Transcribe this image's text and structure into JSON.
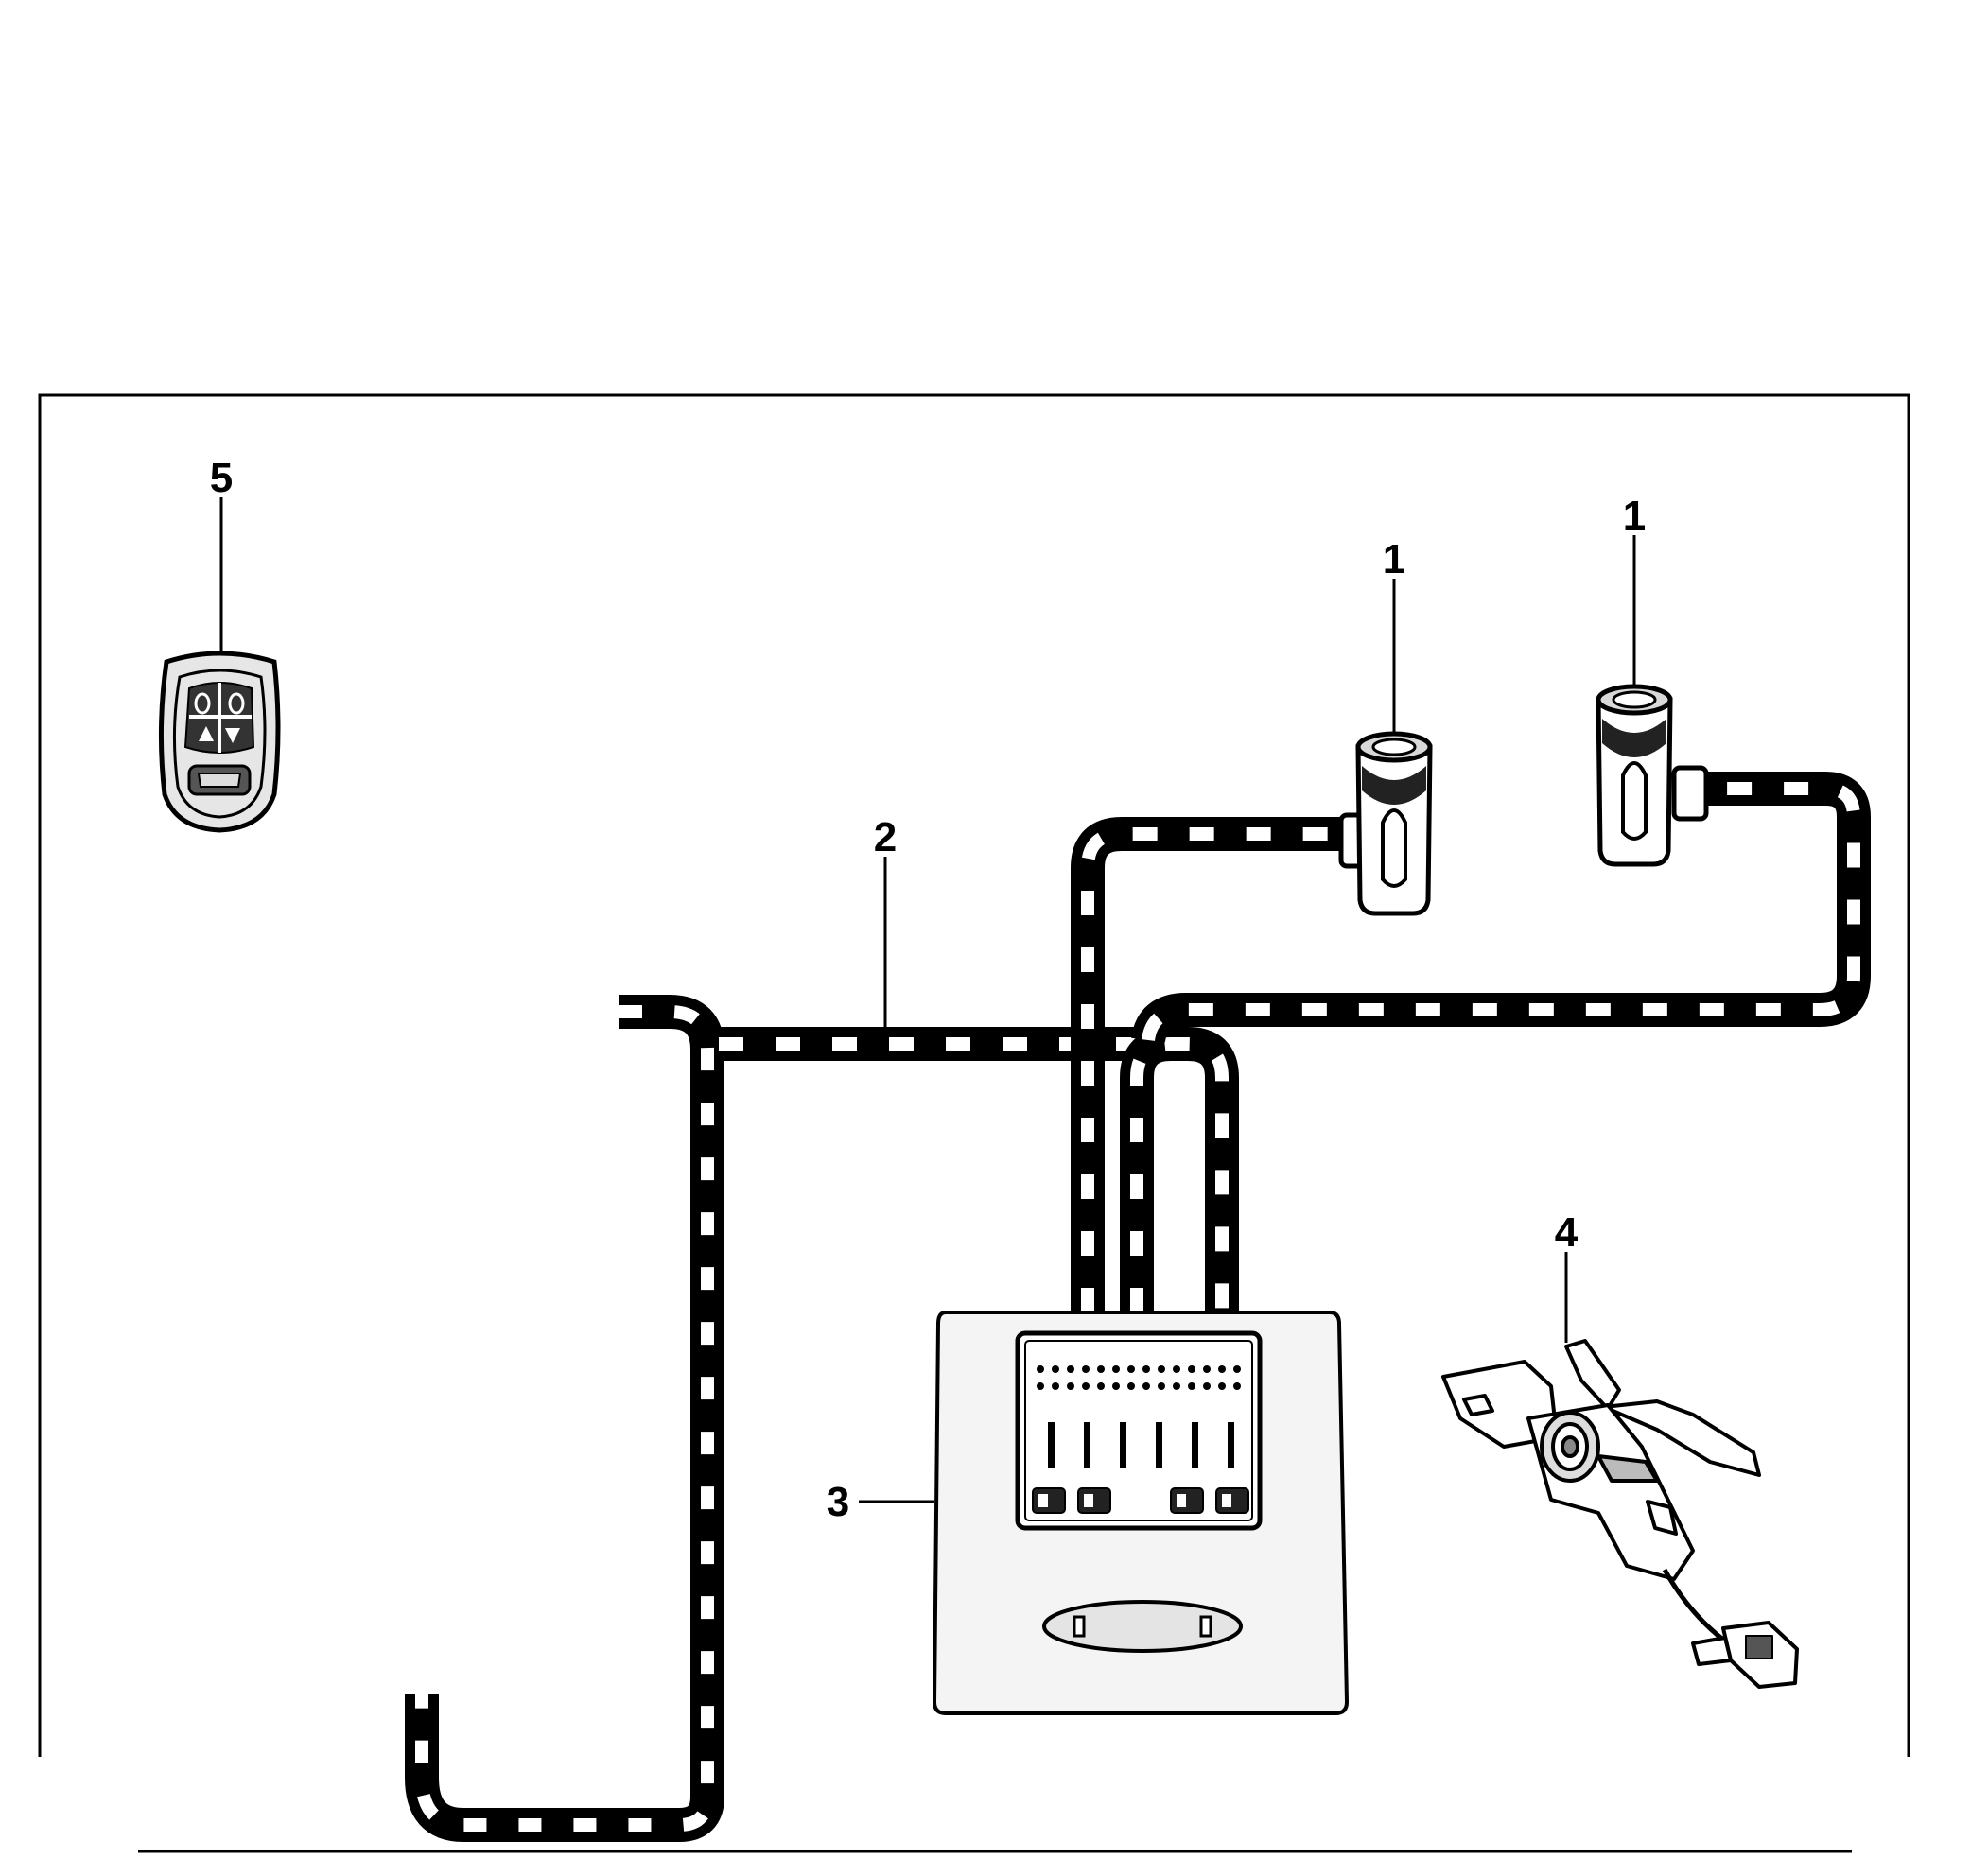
{
  "callouts": {
    "remote_fob": "5",
    "sensor_left": "1",
    "sensor_right": "1",
    "harness": "2",
    "control_module": "3",
    "hood_latch": "4"
  },
  "colors": {
    "line": "#000000",
    "background": "#ffffff",
    "module_fill": "#f4f4f4",
    "fob_fill": "#e6e6e6"
  }
}
